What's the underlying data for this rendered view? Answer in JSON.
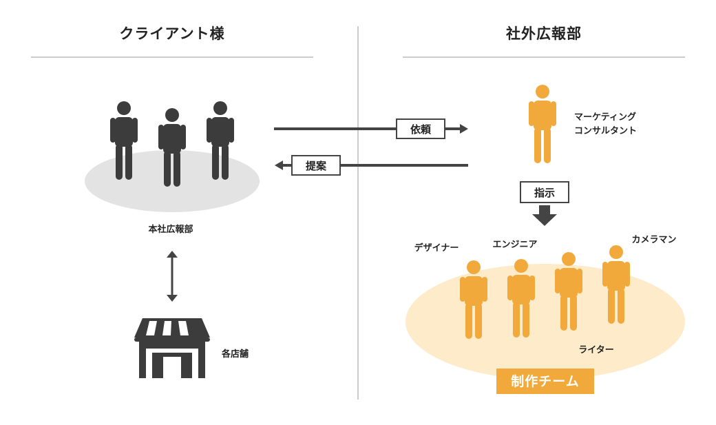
{
  "left_column": {
    "heading": "クライアント様",
    "group_label": "本社広報部",
    "store_label": "各店舗"
  },
  "right_column": {
    "heading": "社外広報部",
    "consultant_label_line1": "マーケティング",
    "consultant_label_line2": "コンサルタント",
    "instruction_label": "指示",
    "team_members": [
      "デザイナー",
      "エンジニア",
      "ライター",
      "カメラマン"
    ],
    "team_label": "制作チーム"
  },
  "flows": {
    "request_label": "依頼",
    "proposal_label": "提案"
  },
  "colors": {
    "client_figure": "#3c3c3c",
    "client_ellipse": "#e3e3e3",
    "agency_figure": "#f2a93b",
    "team_ellipse": "#fdebc9",
    "team_badge": "#f2a93b",
    "arrow": "#444444",
    "divider": "#cccccc"
  },
  "icons": [
    "person-icon",
    "store-icon",
    "double-arrow-icon",
    "down-arrow-icon"
  ]
}
